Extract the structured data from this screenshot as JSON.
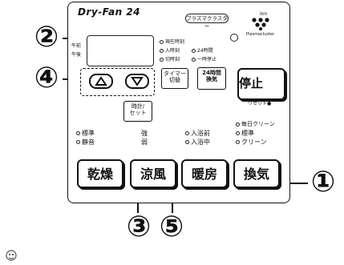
{
  "brand": "Dry-Fan 24",
  "plasma_label": "プラズマクラスター",
  "logo_text": {
    "ion": "Ion",
    "sub": "Plasmacluster"
  },
  "lcd_labels": {
    "am": "午前",
    "pm": "午後"
  },
  "timer_indicators": [
    "現在時刻",
    "入時刻",
    "24時間",
    "切時刻",
    "一時停止"
  ],
  "buttons": {
    "timer_switch": "タイマー\n切替",
    "vent24": "24時間\n換気",
    "stop": "停止",
    "reset": "リセット●",
    "clock_set": "時計/\nセット",
    "dry": "乾燥",
    "cool": "涼風",
    "heat": "暖房",
    "vent": "換気"
  },
  "mode_options": {
    "dry": [
      "標準",
      "静音"
    ],
    "cool": [
      "強",
      "弱"
    ],
    "heat": [
      "入浴前",
      "入浴中"
    ],
    "vent": [
      "毎日クリーン",
      "標準",
      "クリーン"
    ]
  },
  "callouts": {
    "c1": "①",
    "c2": "②",
    "c3": "③",
    "c4": "④",
    "c5": "⑤"
  }
}
